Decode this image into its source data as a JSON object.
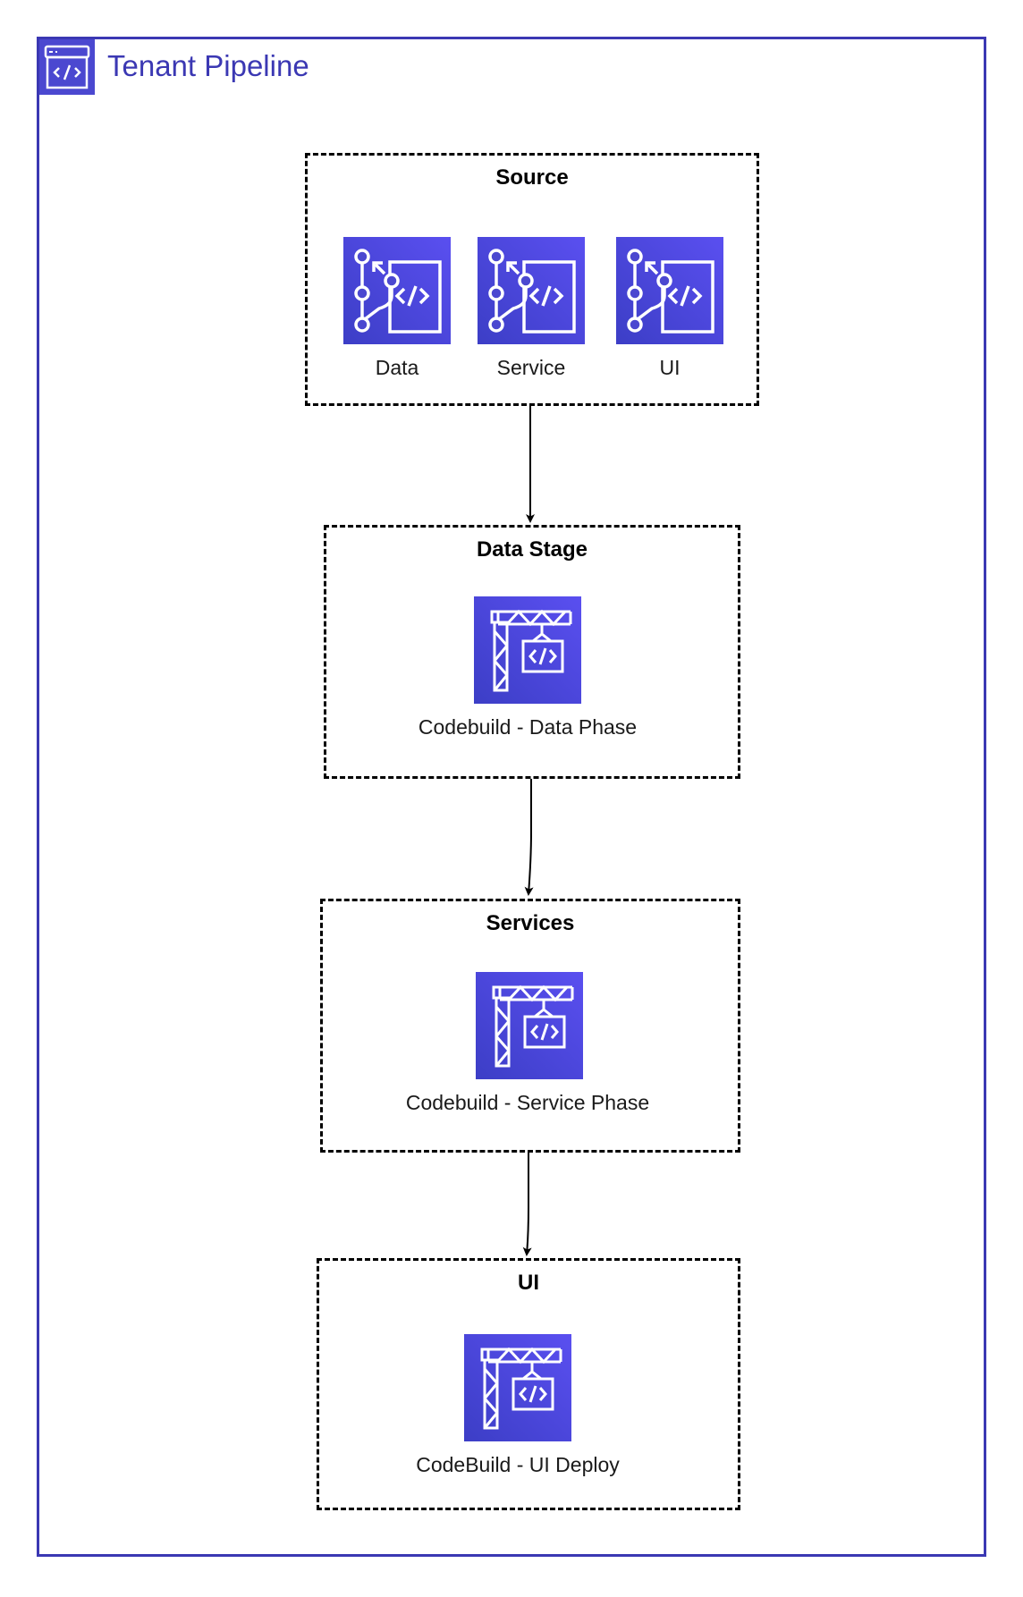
{
  "title": "Tenant Pipeline",
  "icons": {
    "header": "codepipeline-icon",
    "repo": "codecommit-repository-icon",
    "build": "codebuild-icon"
  },
  "colors": {
    "frame": "#3b38b3",
    "icon_fill": "#4b48d0",
    "dashed_border": "#000000"
  },
  "groups": [
    {
      "label": "Source",
      "items": [
        {
          "label": "Data"
        },
        {
          "label": "Service"
        },
        {
          "label": "UI"
        }
      ]
    },
    {
      "label": "Data Stage",
      "items": [
        {
          "label": "Codebuild - Data Phase"
        }
      ]
    },
    {
      "label": "Services",
      "items": [
        {
          "label": "Codebuild - Service Phase"
        }
      ]
    },
    {
      "label": "UI",
      "items": [
        {
          "label": "CodeBuild - UI Deploy"
        }
      ]
    }
  ]
}
